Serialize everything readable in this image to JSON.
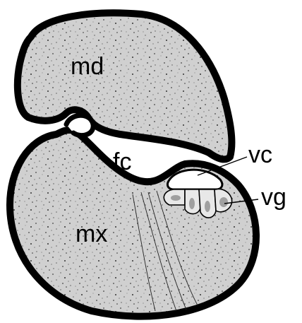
{
  "labels": {
    "md": "md",
    "fc": "fc",
    "mx": "mx",
    "vc": "vc",
    "vg": "vg"
  },
  "colors": {
    "outline": "#000000",
    "tissue_fill": "#d0d0d0",
    "speckle": "#444444",
    "cavity": "#ffffff",
    "gland_cell_fill": "#e8e8e8",
    "nucleus": "#a0a0a0"
  }
}
